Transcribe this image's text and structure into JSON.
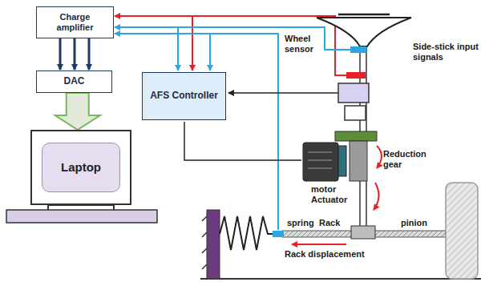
{
  "diagram": {
    "nodes": [
      {
        "text": [
          "Charge amplifier"
        ]
      },
      {
        "text": [
          "DAC"
        ]
      },
      {
        "text": [
          "Laptop"
        ]
      },
      {
        "text": [
          "AFS Controller"
        ]
      }
    ],
    "edges": [
      {
        "from": 0,
        "to": 1,
        "arrow": "to"
      },
      {
        "from": 0,
        "to": 1,
        "arrow": "to"
      },
      {
        "from": 0,
        "to": 1,
        "arrow": "to"
      },
      {
        "from": 1,
        "to": 2,
        "arrow": "to"
      }
    ],
    "labels": [
      "Wheel sensor",
      "Side-stick input signals",
      "Reduction gear",
      "motor Actuator",
      "spring",
      "Rack",
      "pinion",
      "Rack displacement"
    ]
  }
}
